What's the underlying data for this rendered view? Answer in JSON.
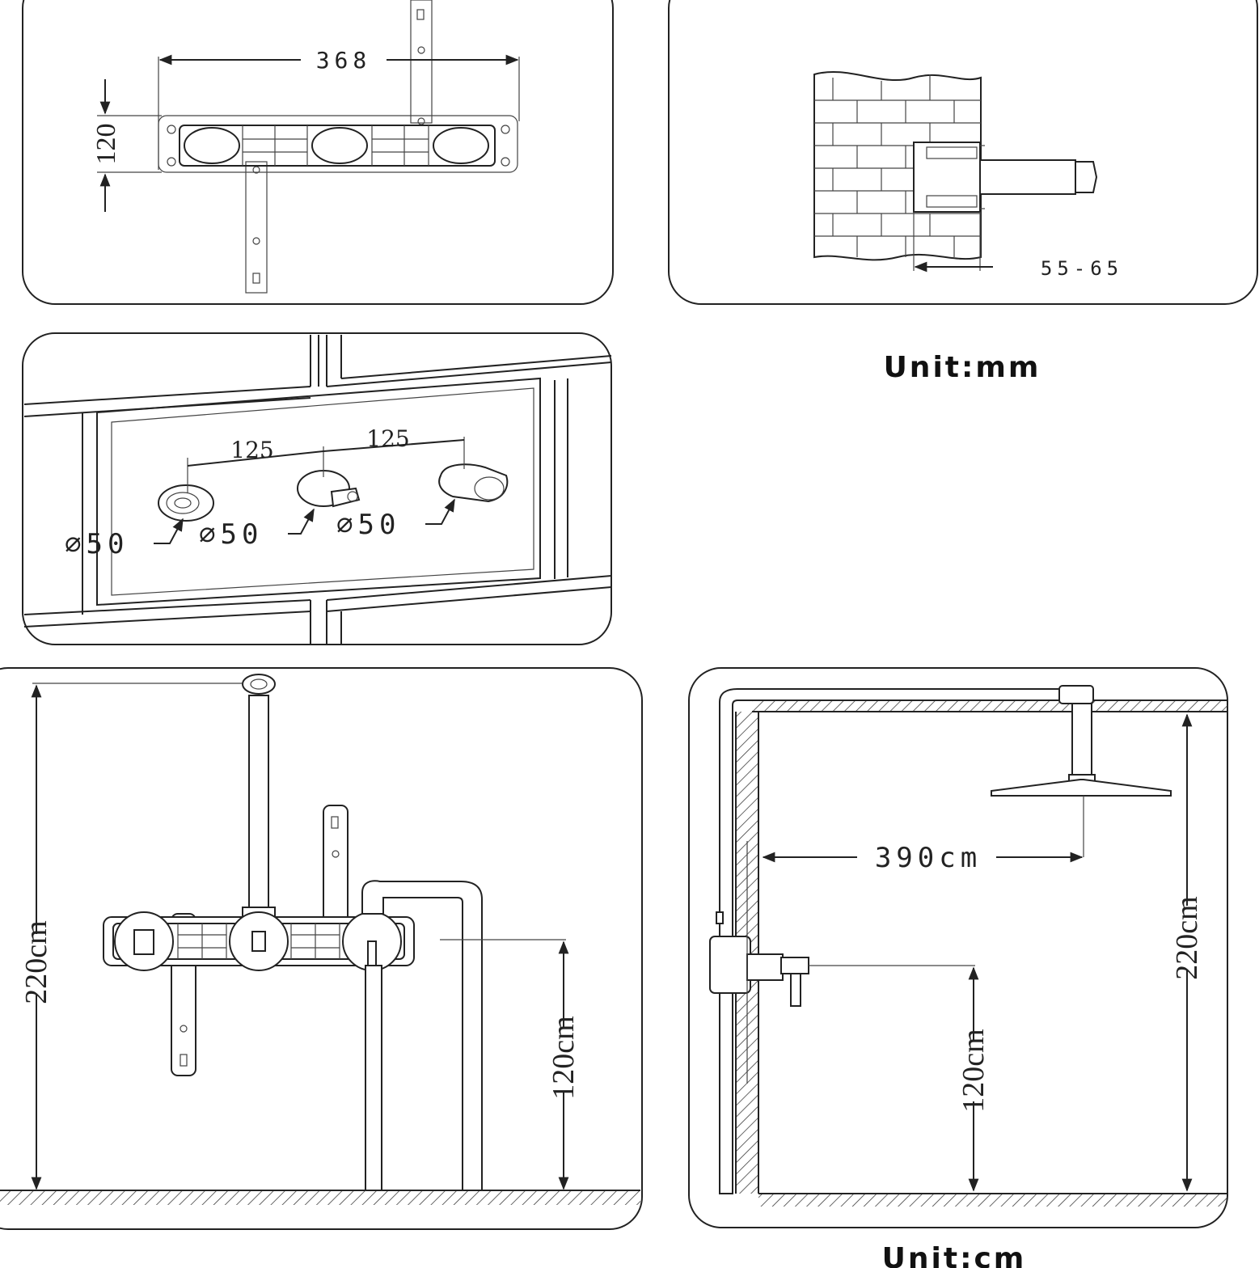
{
  "panel_top_left": {
    "width_label": "368",
    "height_label": "120"
  },
  "panel_top_right": {
    "depth_label": "55-65"
  },
  "unit_mm": "Unit:mm",
  "panel_tiles": {
    "spacing_1": "125",
    "spacing_2": "125",
    "diameter_1": "⌀50",
    "diameter_2": "⌀50",
    "diameter_3": "⌀50"
  },
  "panel_bottom_left": {
    "height_220": "220cm",
    "height_120": "120cm"
  },
  "panel_bottom_right": {
    "reach_label": "390cm",
    "height_220": "220cm",
    "height_120": "120cm"
  },
  "unit_cm": "Unit:cm"
}
